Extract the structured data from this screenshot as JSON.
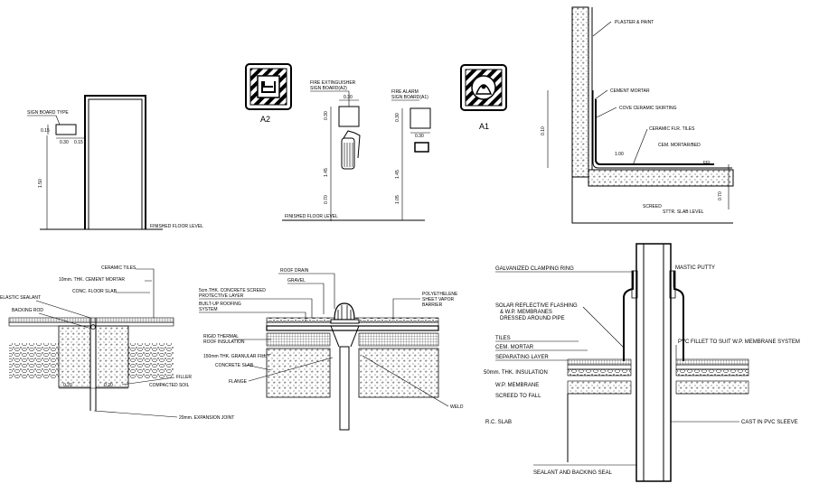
{
  "door_detail": {
    "sign_label": "SIGN BOARD TYPE",
    "dim_h1": "0.15",
    "dim_w1": "0.30",
    "dim_w2": "0.15",
    "dim_v": "1.50",
    "floor_label": "FINISHED FLOOR LEVEL"
  },
  "sign_a2": {
    "label": "A2",
    "glyph": "fire-extinguisher-sign-icon"
  },
  "sign_a1": {
    "label": "A1",
    "glyph": "fire-alarm-sign-icon"
  },
  "extinguisher": {
    "title_l1": "FIRE EXTINGUISHER",
    "title_l2": "SIGN BOARD(A2)",
    "dim_top": "0.30",
    "dim_side": "0.30",
    "dim_mid": "1.45",
    "dim_low": "0.70",
    "floor_label": "FINISHED FLOOR LEVEL"
  },
  "alarm": {
    "title_l1": "FIRE ALARM",
    "title_l2": "SIGN BOARD(A1)",
    "dim_top": "0.30",
    "dim_side": "0.30",
    "dim_mid": "1.45",
    "dim_low": "1.05"
  },
  "skirting": {
    "plaster": "PLASTER & PAINT",
    "cement_mortar": "CEMENT MORTAR",
    "cove": "COVE CERAMIC SKIRTING",
    "ceramic_tiles": "CERAMIC FLR. TILES",
    "cem_mortar": "CEM. MORTAR/BED",
    "dim_v": "0.10",
    "dim_small": "1.00",
    "ffl": "FFL",
    "screed": "SCREED",
    "str_slab": "STTR. SLAB LEVEL",
    "dim_r": "0.70"
  },
  "expansion": {
    "ceramic": "CERAMIC TILES",
    "mortar": "10mm. THK. CEMENT MORTAR",
    "slab": "CONC. FLOOR SLAB",
    "sealant": "ELASTIC SEALANT",
    "backing": "BACKING ROD",
    "filler": "FILLER",
    "soil": "COMPACTED SOIL",
    "joint": "20mm. EXPANSION JOINT",
    "dim1": "0.20",
    "dim2": "0.20"
  },
  "roof_drain": {
    "drain": "ROOF DRAIN",
    "gravel": "GRAVEL",
    "screed_l1": "5cm.THK. CONCRETE SCREED",
    "screed_l2": "PROTECTIVE LAYER",
    "builtup_l1": "BUILT-UP ROOFING",
    "builtup_l2": "SYSTEM",
    "poly_l1": "POLYETHELENE",
    "poly_l2": "SHEET VAPOR",
    "poly_l3": "BARRIER",
    "rigid_l1": "RIGID THERMAL",
    "rigid_l2": "ROOF INSULATION",
    "granular": "150mm THK. GRANULAR FILL",
    "conc_slab": "CONCRETE SLAB",
    "flange": "FLANGE",
    "weld": "WELD"
  },
  "pipe": {
    "clamp": "GALVANIZED CLAMPING RING",
    "mastic": "MASTIC PUTTY",
    "solar_l1": "SOLAR REFLECTIVE FLASHING",
    "solar_l2": "& W.P. MEMBRANES",
    "solar_l3": "DRESSED AROUND PIPE",
    "tiles": "TILES",
    "cem": "CEM. MORTAR",
    "sep": "SEPARATING LAYER",
    "ins": "50mm. THK. INSULATION",
    "wp": "W.P. MEMBRANE",
    "screed": "SCREED TO FALL",
    "rc": "R.C. SLAB",
    "pvc_fillet": "PVC FILLET TO SUIT W.P. MEMBRANE SYSTEM",
    "sleeve": "CAST IN PVC SLEEVE",
    "seal": "SEALANT AND BACKING SEAL"
  }
}
